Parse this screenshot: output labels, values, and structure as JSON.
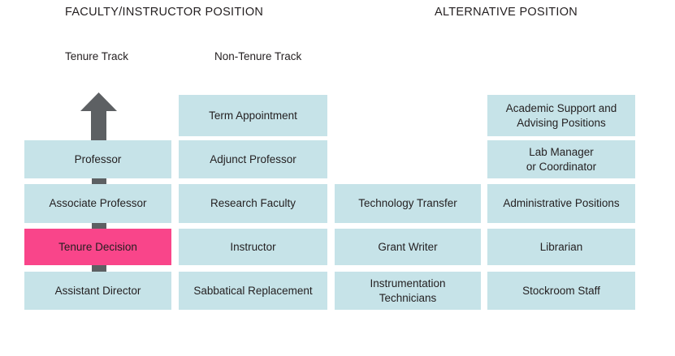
{
  "headings": {
    "faculty": "FACULTY/INSTRUCTOR POSITION",
    "alternative": "ALTERNATIVE POSITION"
  },
  "track_labels": {
    "tenure": "Tenure Track",
    "non_tenure": "Non-Tenure Track"
  },
  "colors": {
    "box_fill": "#c6e3e8",
    "highlight_fill": "#f9458a",
    "arrow_fill": "#5d6063",
    "text": "#231f20",
    "background": "#ffffff"
  },
  "arrow": {
    "name": "upward-progression-arrow",
    "direction": "up",
    "color": "#5d6063"
  },
  "columns": [
    {
      "id": "tenure-track",
      "header": "Tenure Track",
      "group": "FACULTY/INSTRUCTOR POSITION",
      "cells": [
        {
          "row": 1,
          "label": "",
          "empty": true,
          "highlight": false
        },
        {
          "row": 2,
          "label": "Professor",
          "empty": false,
          "highlight": false
        },
        {
          "row": 3,
          "label": "Associate Professor",
          "empty": false,
          "highlight": false
        },
        {
          "row": 4,
          "label": "Tenure Decision",
          "empty": false,
          "highlight": true
        },
        {
          "row": 5,
          "label": "Assistant Director",
          "empty": false,
          "highlight": false
        }
      ]
    },
    {
      "id": "non-tenure-track",
      "header": "Non-Tenure Track",
      "group": "FACULTY/INSTRUCTOR POSITION",
      "cells": [
        {
          "row": 1,
          "label": "Term Appointment",
          "empty": false,
          "highlight": false
        },
        {
          "row": 2,
          "label": "Adjunct Professor",
          "empty": false,
          "highlight": false
        },
        {
          "row": 3,
          "label": "Research Faculty",
          "empty": false,
          "highlight": false
        },
        {
          "row": 4,
          "label": "Instructor",
          "empty": false,
          "highlight": false
        },
        {
          "row": 5,
          "label": "Sabbatical Replacement",
          "empty": false,
          "highlight": false
        }
      ]
    },
    {
      "id": "alternative-column-1",
      "header": "",
      "group": "ALTERNATIVE POSITION",
      "cells": [
        {
          "row": 1,
          "label": "",
          "empty": true,
          "highlight": false
        },
        {
          "row": 2,
          "label": "",
          "empty": true,
          "highlight": false
        },
        {
          "row": 3,
          "label": "Technology Transfer",
          "empty": false,
          "highlight": false
        },
        {
          "row": 4,
          "label": "Grant Writer",
          "empty": false,
          "highlight": false
        },
        {
          "row": 5,
          "label": "Instrumentation\nTechnicians",
          "empty": false,
          "highlight": false
        }
      ]
    },
    {
      "id": "alternative-column-2",
      "header": "",
      "group": "ALTERNATIVE POSITION",
      "cells": [
        {
          "row": 1,
          "label": "Academic Support and\nAdvising Positions",
          "empty": false,
          "highlight": false
        },
        {
          "row": 2,
          "label": "Lab Manager\nor Coordinator",
          "empty": false,
          "highlight": false
        },
        {
          "row": 3,
          "label": "Administrative Positions",
          "empty": false,
          "highlight": false
        },
        {
          "row": 4,
          "label": "Librarian",
          "empty": false,
          "highlight": false
        },
        {
          "row": 5,
          "label": "Stockroom Staff",
          "empty": false,
          "highlight": false
        }
      ]
    }
  ]
}
